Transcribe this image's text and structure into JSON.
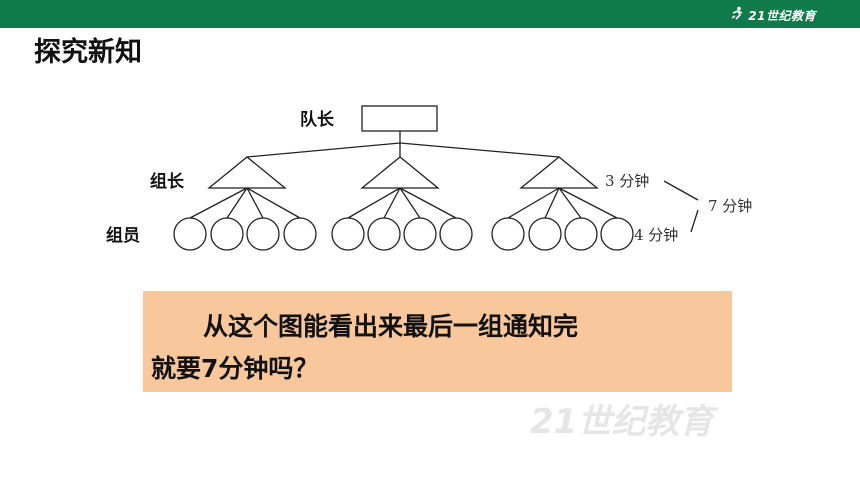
{
  "header": {
    "logo_text": "21世纪教育",
    "bar_color": "#0f7a4a"
  },
  "slide": {
    "title": "探究新知"
  },
  "diagram": {
    "leader_label": "队长",
    "group_leader_label": "组长",
    "member_label": "组员",
    "time_group": "3 分钟",
    "time_member": "4 分钟",
    "time_total": "7 分钟"
  },
  "question": {
    "line1": "从这个图能看出来最后一组通知完",
    "line2": "就要7分钟吗？",
    "bg_color": "#f8c79b"
  },
  "watermark": {
    "text": "21世纪教育"
  }
}
